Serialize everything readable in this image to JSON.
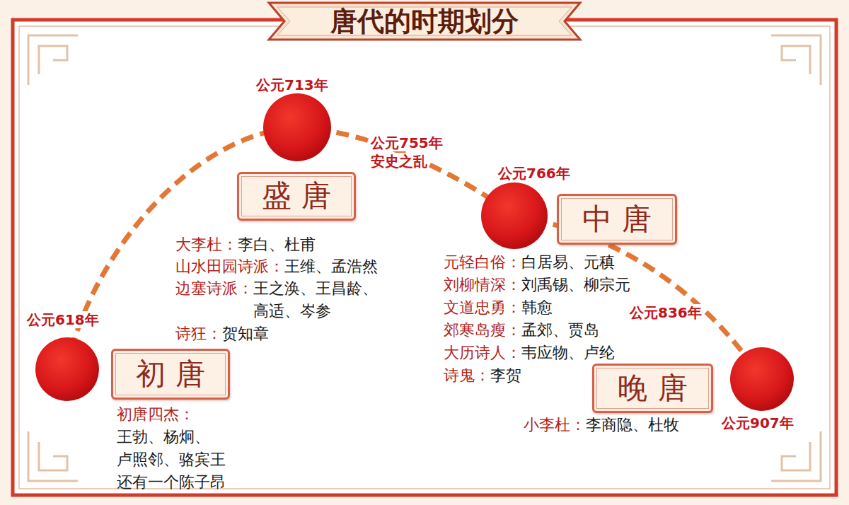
{
  "diagram": {
    "title": "唐代的时期划分",
    "nodes": [
      {
        "text": [
          "初唐"
        ]
      },
      {
        "text": [
          "盛唐"
        ]
      },
      {
        "text": [
          "中唐"
        ]
      },
      {
        "text": [
          "晚唐"
        ]
      }
    ],
    "labels": [
      "公元618年",
      "公元713年",
      "公元755年",
      "安史之乱",
      "公元766年",
      "公元836年",
      "公元907年",
      "大李杜：",
      "李白、杜甫",
      "山水田园诗派：",
      "王维、孟浩然",
      "边塞诗派：",
      "王之涣、王昌龄、",
      "高适、岑参",
      "诗狂：",
      "贺知章",
      "初唐四杰：",
      "王勃、杨炯、",
      "卢照邻、骆宾王",
      "还有一个陈子昂",
      "元轻白俗：",
      "白居易、元稹",
      "刘柳情深：",
      "刘禹锡、柳宗元",
      "文道忠勇：",
      "韩愈",
      "郊寒岛瘦：",
      "孟郊、贾岛",
      "大历诗人：",
      "韦应物、卢纶",
      "诗鬼：",
      "李贺",
      "小李杜：",
      "李商隐、杜牧"
    ]
  }
}
